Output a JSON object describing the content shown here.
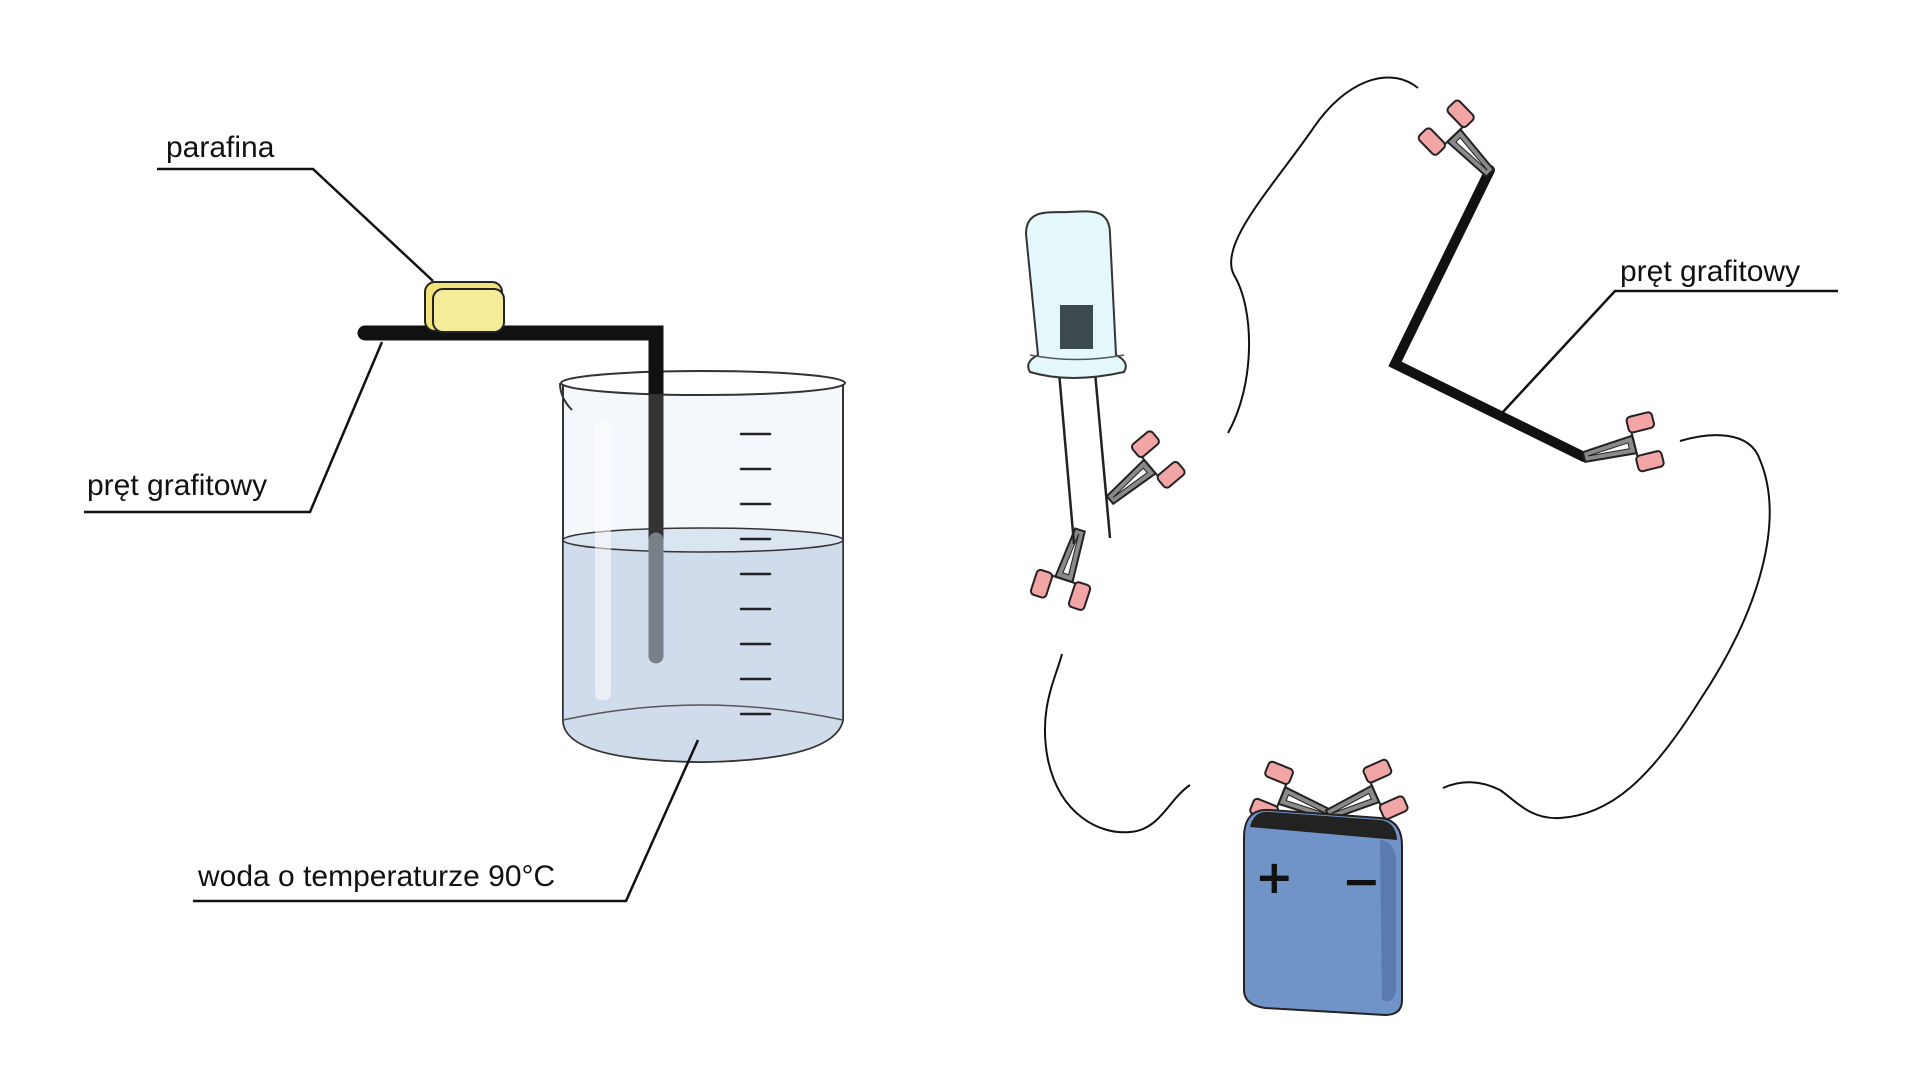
{
  "labels": {
    "paraffin": "parafina",
    "rod_left": "pręt grafitowy",
    "water": "woda o temperaturze 90°C",
    "rod_right": "pręt grafitowy"
  },
  "battery": {
    "plus": "+",
    "minus": "−"
  },
  "colors": {
    "water": "#d0dbeb",
    "paraffin": "#f5ec9a",
    "battery": "#7093c8",
    "clip_tip": "#f3a5a5",
    "clip_body": "#8a8a8a",
    "bulb_glass": "#e4f7fb"
  }
}
